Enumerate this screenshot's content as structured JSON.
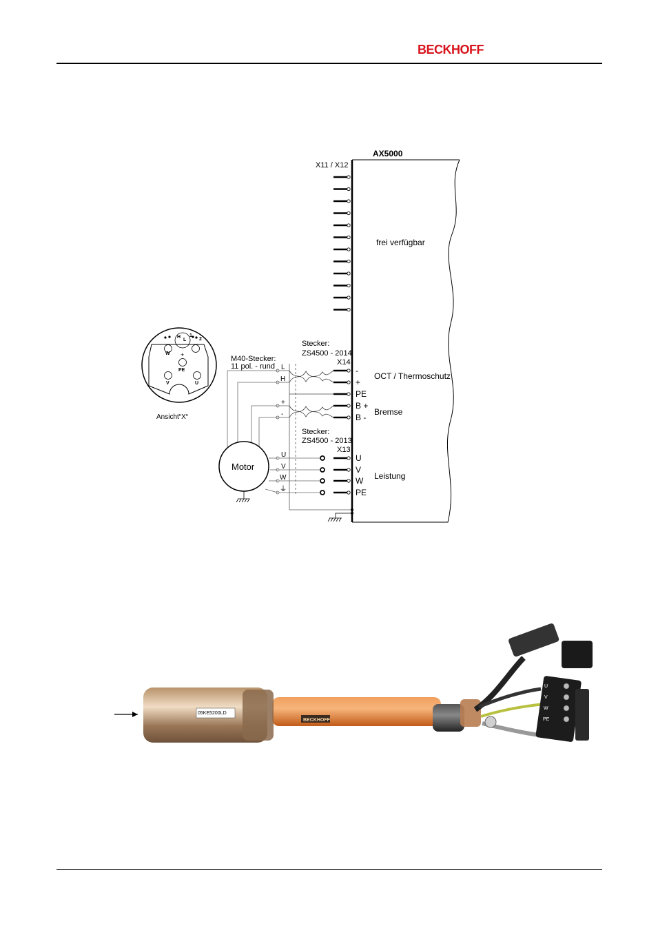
{
  "header": {
    "brand": "BECKHOFF"
  },
  "diagram": {
    "device_title": "AX5000",
    "x11_label": "X11 / X12",
    "free_label": "frei verfügbar",
    "stecker14_line1": "Stecker:",
    "stecker14_line2": "ZS4500 - 2014",
    "x14_label": "X14",
    "m40_line1": "M40-Stecker:",
    "m40_line2": "11 pol. - rund",
    "oct_label": "OCT / Thermoschutz",
    "bremse_label": "Bremse",
    "stecker13_line1": "Stecker:",
    "stecker13_line2": "ZS4500 - 2013",
    "x13_label": "X13",
    "leistung_label": "Leistung",
    "motor_label": "Motor",
    "view_label": "Ansicht“X“",
    "x14_terminals": [
      "-",
      "+",
      "PE",
      "B +",
      "B -"
    ],
    "x13_terminals": [
      "U",
      "V",
      "W",
      "PE"
    ],
    "motor_pins_top": [
      "L",
      "H",
      "+",
      "-"
    ],
    "motor_pins_bottom": [
      "U",
      "V",
      "W",
      "⏚"
    ],
    "face_pins": [
      "W",
      "+",
      "PE",
      "V",
      "U",
      "H",
      "L",
      "1",
      "2"
    ]
  },
  "photo": {
    "cable_label": "BECKHOFF",
    "barcode_text": "05KE5200LD",
    "terminal_labels": [
      "U",
      "V",
      "W",
      "PE"
    ]
  }
}
